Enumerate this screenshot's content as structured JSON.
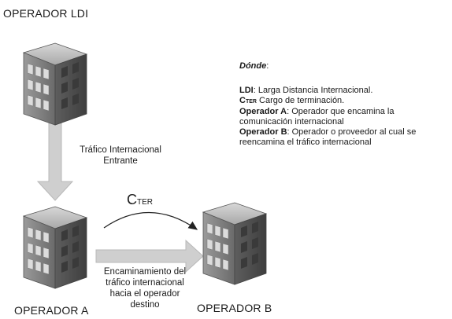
{
  "labels": {
    "operador_ldi": "OPERADOR LDI",
    "operador_a": "OPERADOR A",
    "operador_b": "OPERADOR B"
  },
  "arrows": {
    "incoming": [
      "Tráfico Internacional",
      "Entrante"
    ],
    "cter": {
      "main": "C",
      "sub": "TER"
    },
    "routing": [
      "Encaminamiento del",
      "tráfico internacional",
      "hacia el operador",
      "destino"
    ]
  },
  "legend": {
    "heading": "Dónde",
    "heading_suffix": ":",
    "ldi_term": "LDI",
    "ldi_def": ": Larga Distancia Internacional.",
    "cter_main": "C",
    "cter_sub": "TER",
    "cter_def": " Cargo de terminación.",
    "opa_term": "Operador A",
    "opa_def_1": ": Operador que encamina la",
    "opa_def_2": "comunicación  internacional",
    "opb_term": "Operador B",
    "opb_def_1": ": Operador o proveedor al cual se",
    "opb_def_2": "reencamina el tráfico internacional"
  },
  "colors": {
    "arrow_fill": "#cccccc",
    "arrow_stroke": "#b3b3b3",
    "building_front": "#8a8a8a",
    "building_side": "#6e6e6e",
    "building_top": "#bdbdbd"
  }
}
